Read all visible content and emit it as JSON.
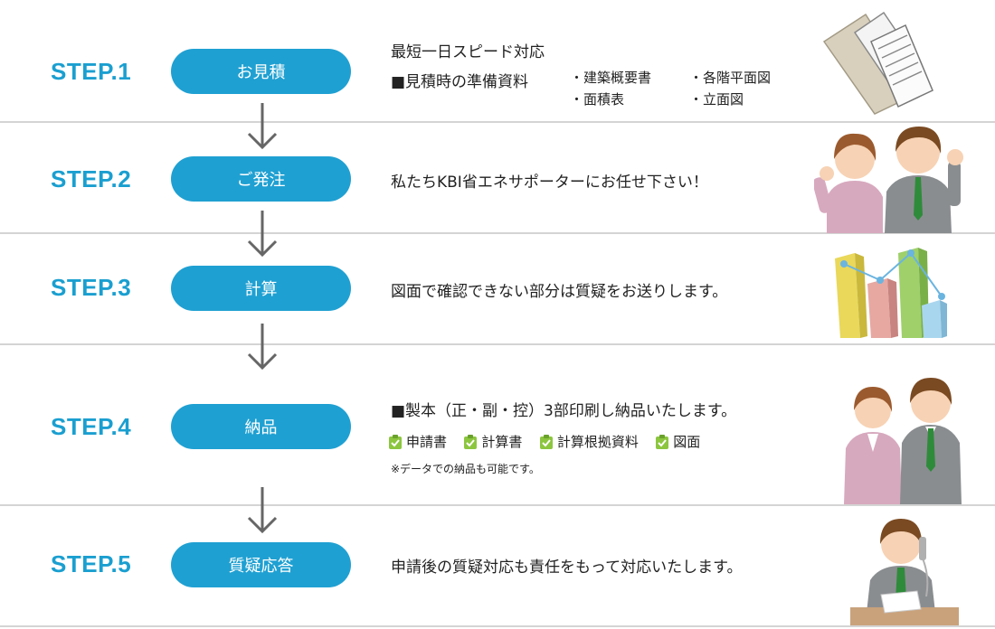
{
  "steps": [
    {
      "label": "STEP.1",
      "button": "お見積"
    },
    {
      "label": "STEP.2",
      "button": "ご発注"
    },
    {
      "label": "STEP.3",
      "button": "計算"
    },
    {
      "label": "STEP.4",
      "button": "納品"
    },
    {
      "label": "STEP.5",
      "button": "質疑応答"
    }
  ],
  "step1": {
    "headline": "最短一日スピード対応",
    "prep_title": "■見積時の準備資料",
    "items": [
      "・建築概要書",
      "・各階平面図",
      "・面積表",
      "・立面図"
    ]
  },
  "step2": {
    "text": "私たちKBI省エネサポーターにお任せ下さい！"
  },
  "step3": {
    "text": "図面で確認できない部分は質疑をお送りします。"
  },
  "step4": {
    "text": "■製本（正・副・控）3部印刷し納品いたします。",
    "checks": [
      "申請書",
      "計算書",
      "計算根拠資料",
      "図面"
    ],
    "note": "※データでの納品も可能です。"
  },
  "step5": {
    "text": "申請後の質疑対応も責任をもって対応いたします。"
  },
  "colors": {
    "accent": "#1fa0d2",
    "step_text": "#1a9fd0",
    "separator": "#d4d4d4",
    "arrow": "#666666",
    "check": "#8cc63f"
  }
}
